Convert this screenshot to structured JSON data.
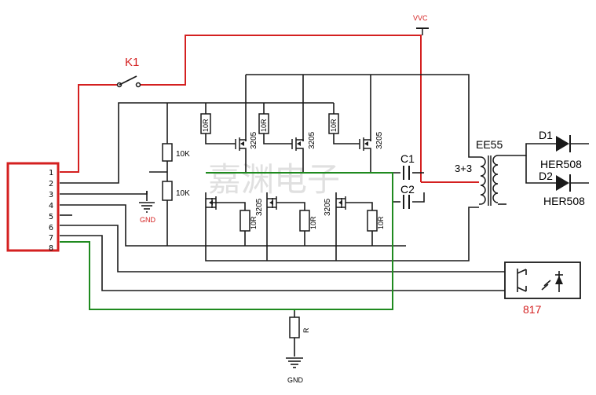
{
  "labels": {
    "vcc": "VVC",
    "switch": "K1",
    "gnd_top": "GND",
    "gnd_bottom": "GND",
    "r_top": "10K",
    "r_bottom": "10K",
    "c1": "C1",
    "c2": "C2",
    "transformer": "EE55",
    "winding": "3+3",
    "d1": "D1",
    "d2": "D2",
    "d1_part": "HER508",
    "d2_part": "HER508",
    "optocoupler": "817",
    "r_sense": "R",
    "watermark": "嘉渊电子"
  },
  "connector": {
    "pins": [
      "1",
      "2",
      "3",
      "4",
      "5",
      "6",
      "7",
      "8"
    ]
  },
  "mosfets_top": [
    {
      "part": "3205",
      "gate_r": "10R"
    },
    {
      "part": "3205",
      "gate_r": "10R"
    },
    {
      "part": "3205",
      "gate_r": "10R"
    }
  ],
  "mosfets_bottom": [
    {
      "part": "3205",
      "gate_r": "10R"
    },
    {
      "part": "3205",
      "gate_r": "10R"
    },
    {
      "part": "3205",
      "gate_r": "10R"
    }
  ],
  "colors": {
    "wire": "#1a1a1a",
    "vcc_wire": "#d42020",
    "gnd_return": "#1f8a1f",
    "connector_border": "#d42020",
    "label_red": "#d42020"
  }
}
